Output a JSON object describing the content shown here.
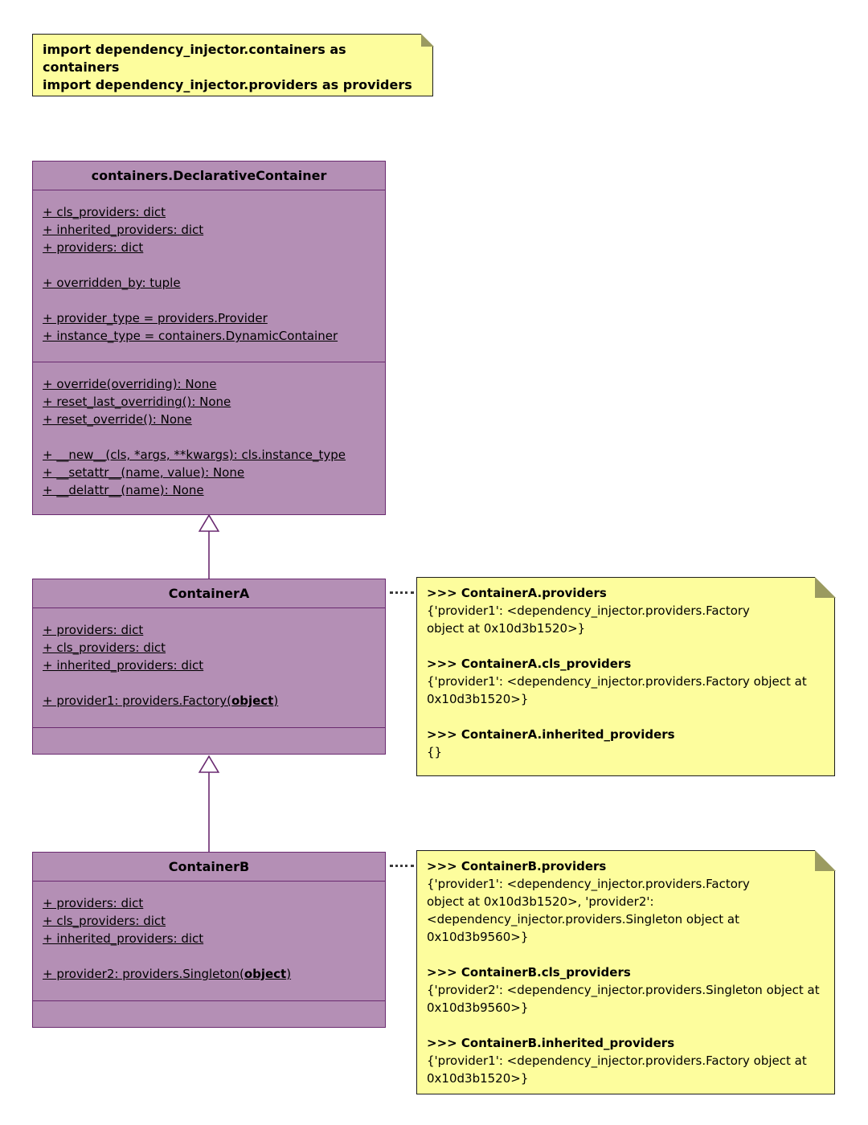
{
  "colors": {
    "page_bg": "#ffffff",
    "class_fill": "#b48fb5",
    "class_border": "#6a2a70",
    "note_fill": "#fdfd9d",
    "note_border": "#1c1c1c",
    "note_fold": "#9b9b60",
    "edge": "#6a2a70",
    "link_dots": "#3a3a3a",
    "text": "#000000"
  },
  "import_note": {
    "line1": "import dependency_injector.containers as containers",
    "line2": "import dependency_injector.providers as providers"
  },
  "classes": {
    "declarative": {
      "title": "containers.DeclarativeContainer",
      "attributes": [
        "+ cls_providers: dict",
        "+ inherited_providers: dict",
        "+ providers: dict",
        "",
        "+ overridden_by: tuple",
        "",
        "+ provider_type = providers.Provider",
        "+ instance_type = containers.DynamicContainer"
      ],
      "methods": [
        "+ override(overriding): None",
        "+ reset_last_overriding(): None",
        "+ reset_override(): None",
        "",
        "+ __new__(cls, *args, **kwargs): cls.instance_type",
        "+ __setattr__(name, value): None",
        "+ __delattr__(name): None"
      ]
    },
    "container_a": {
      "title": "ContainerA",
      "attributes": [
        "+ providers: dict",
        "+ cls_providers: dict",
        "+ inherited_providers: dict",
        ""
      ],
      "provider": {
        "pre": "+ provider1: providers.Factory(",
        "bold": "object",
        "post": ")"
      }
    },
    "container_b": {
      "title": "ContainerB",
      "attributes": [
        "+ providers: dict",
        "+ cls_providers: dict",
        "+ inherited_providers: dict",
        ""
      ],
      "provider": {
        "pre": "+ provider2: providers.Singleton(",
        "bold": "object",
        "post": ")"
      }
    }
  },
  "notes": {
    "container_a": {
      "entries": [
        {
          "header": ">>> ContainerA.providers",
          "body": "{'provider1': <dependency_injector.providers.Factory\nobject at 0x10d3b1520>}"
        },
        {
          "header": ">>> ContainerA.cls_providers",
          "body": "{'provider1': <dependency_injector.providers.Factory object at\n0x10d3b1520>}"
        },
        {
          "header": ">>> ContainerA.inherited_providers",
          "body": "{}"
        }
      ]
    },
    "container_b": {
      "entries": [
        {
          "header": ">>> ContainerB.providers",
          "body": "{'provider1': <dependency_injector.providers.Factory\nobject at 0x10d3b1520>, 'provider2':\n<dependency_injector.providers.Singleton object at\n0x10d3b9560>}"
        },
        {
          "header": ">>> ContainerB.cls_providers",
          "body": "{'provider2': <dependency_injector.providers.Singleton object at\n0x10d3b9560>}"
        },
        {
          "header": ">>> ContainerB.inherited_providers",
          "body": "{'provider1': <dependency_injector.providers.Factory object at\n0x10d3b1520>}"
        }
      ]
    }
  }
}
